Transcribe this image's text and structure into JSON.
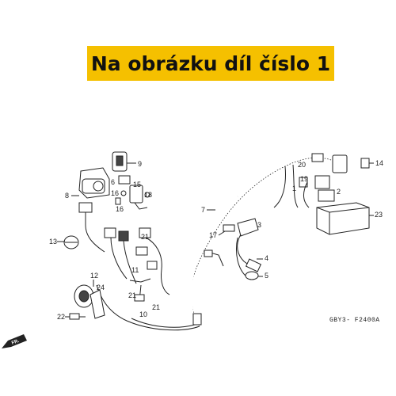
{
  "banner": {
    "text": "Na obrázku díl číslo 1",
    "background": "#f5c000"
  },
  "diagram": {
    "callouts": [
      "9",
      "8",
      "6",
      "15",
      "18",
      "16",
      "16",
      "7",
      "14",
      "20",
      "19",
      "2",
      "1",
      "23",
      "3",
      "17",
      "13",
      "21",
      "11",
      "12",
      "24",
      "21",
      "21",
      "10",
      "22",
      "4",
      "5"
    ],
    "drawing_code": "GBY3- F2400A",
    "direction_label": "FR."
  }
}
